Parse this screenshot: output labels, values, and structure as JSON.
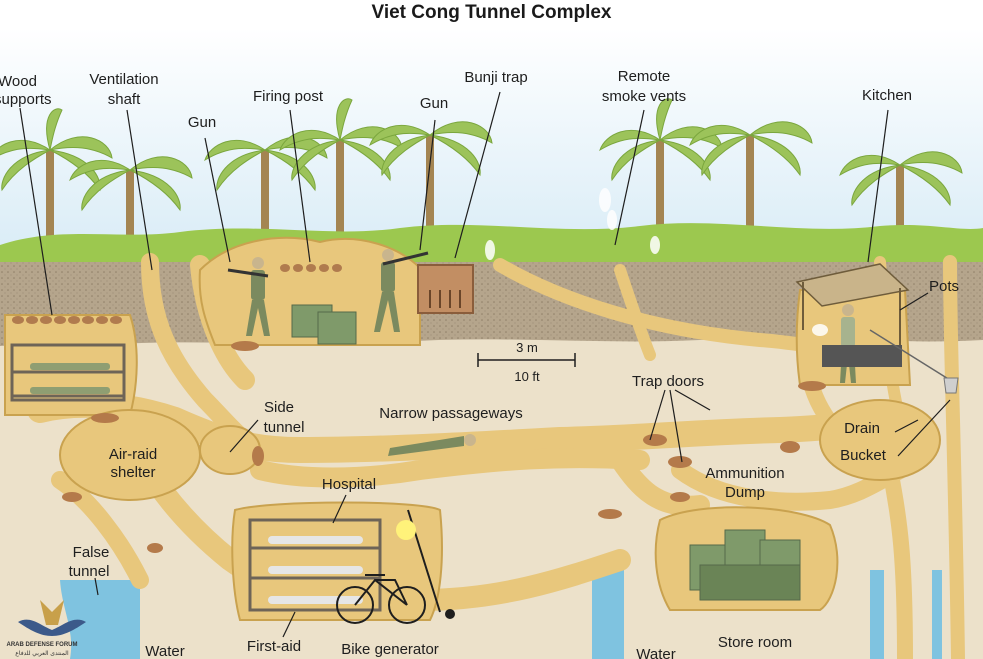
{
  "title": "Viet Cong Tunnel Complex",
  "labels": {
    "wood_supports": [
      "Wood",
      "supports"
    ],
    "ventilation_shaft": [
      "Ventilation",
      "shaft"
    ],
    "gun_left": "Gun",
    "firing_post": "Firing post",
    "gun_right": "Gun",
    "bunji_trap": "Bunji trap",
    "remote_smoke_vents": [
      "Remote",
      "smoke vents"
    ],
    "kitchen": "Kitchen",
    "pots": "Pots",
    "side_tunnel": [
      "Side",
      "tunnel"
    ],
    "narrow_passageways": "Narrow passageways",
    "trap_doors": "Trap doors",
    "air_raid_shelter": [
      "Air-raid",
      "shelter"
    ],
    "drain": "Drain",
    "bucket": "Bucket",
    "ammunition_dump": [
      "Ammunition",
      "Dump"
    ],
    "hospital": "Hospital",
    "false_tunnel": [
      "False",
      "tunnel"
    ],
    "water_left": "Water",
    "first_aid": "First-aid",
    "bike_generator": "Bike generator",
    "water_right": "Water",
    "store_room": "Store room"
  },
  "scale": {
    "metric": "3 m",
    "imperial": "10 ft"
  },
  "watermark": {
    "line1": "ARAB DEFENSE FORUM",
    "line2": "المنتدى العربي للدفاع"
  },
  "colors": {
    "sky": "#dfeef7",
    "ground": "#e9dcc3",
    "topsoil": "#b5a58c",
    "tunnel": "#e8c77c",
    "tunnel_edge": "#b78f3c",
    "water": "#7fc3e0",
    "foliage": "#8fbf4c"
  }
}
